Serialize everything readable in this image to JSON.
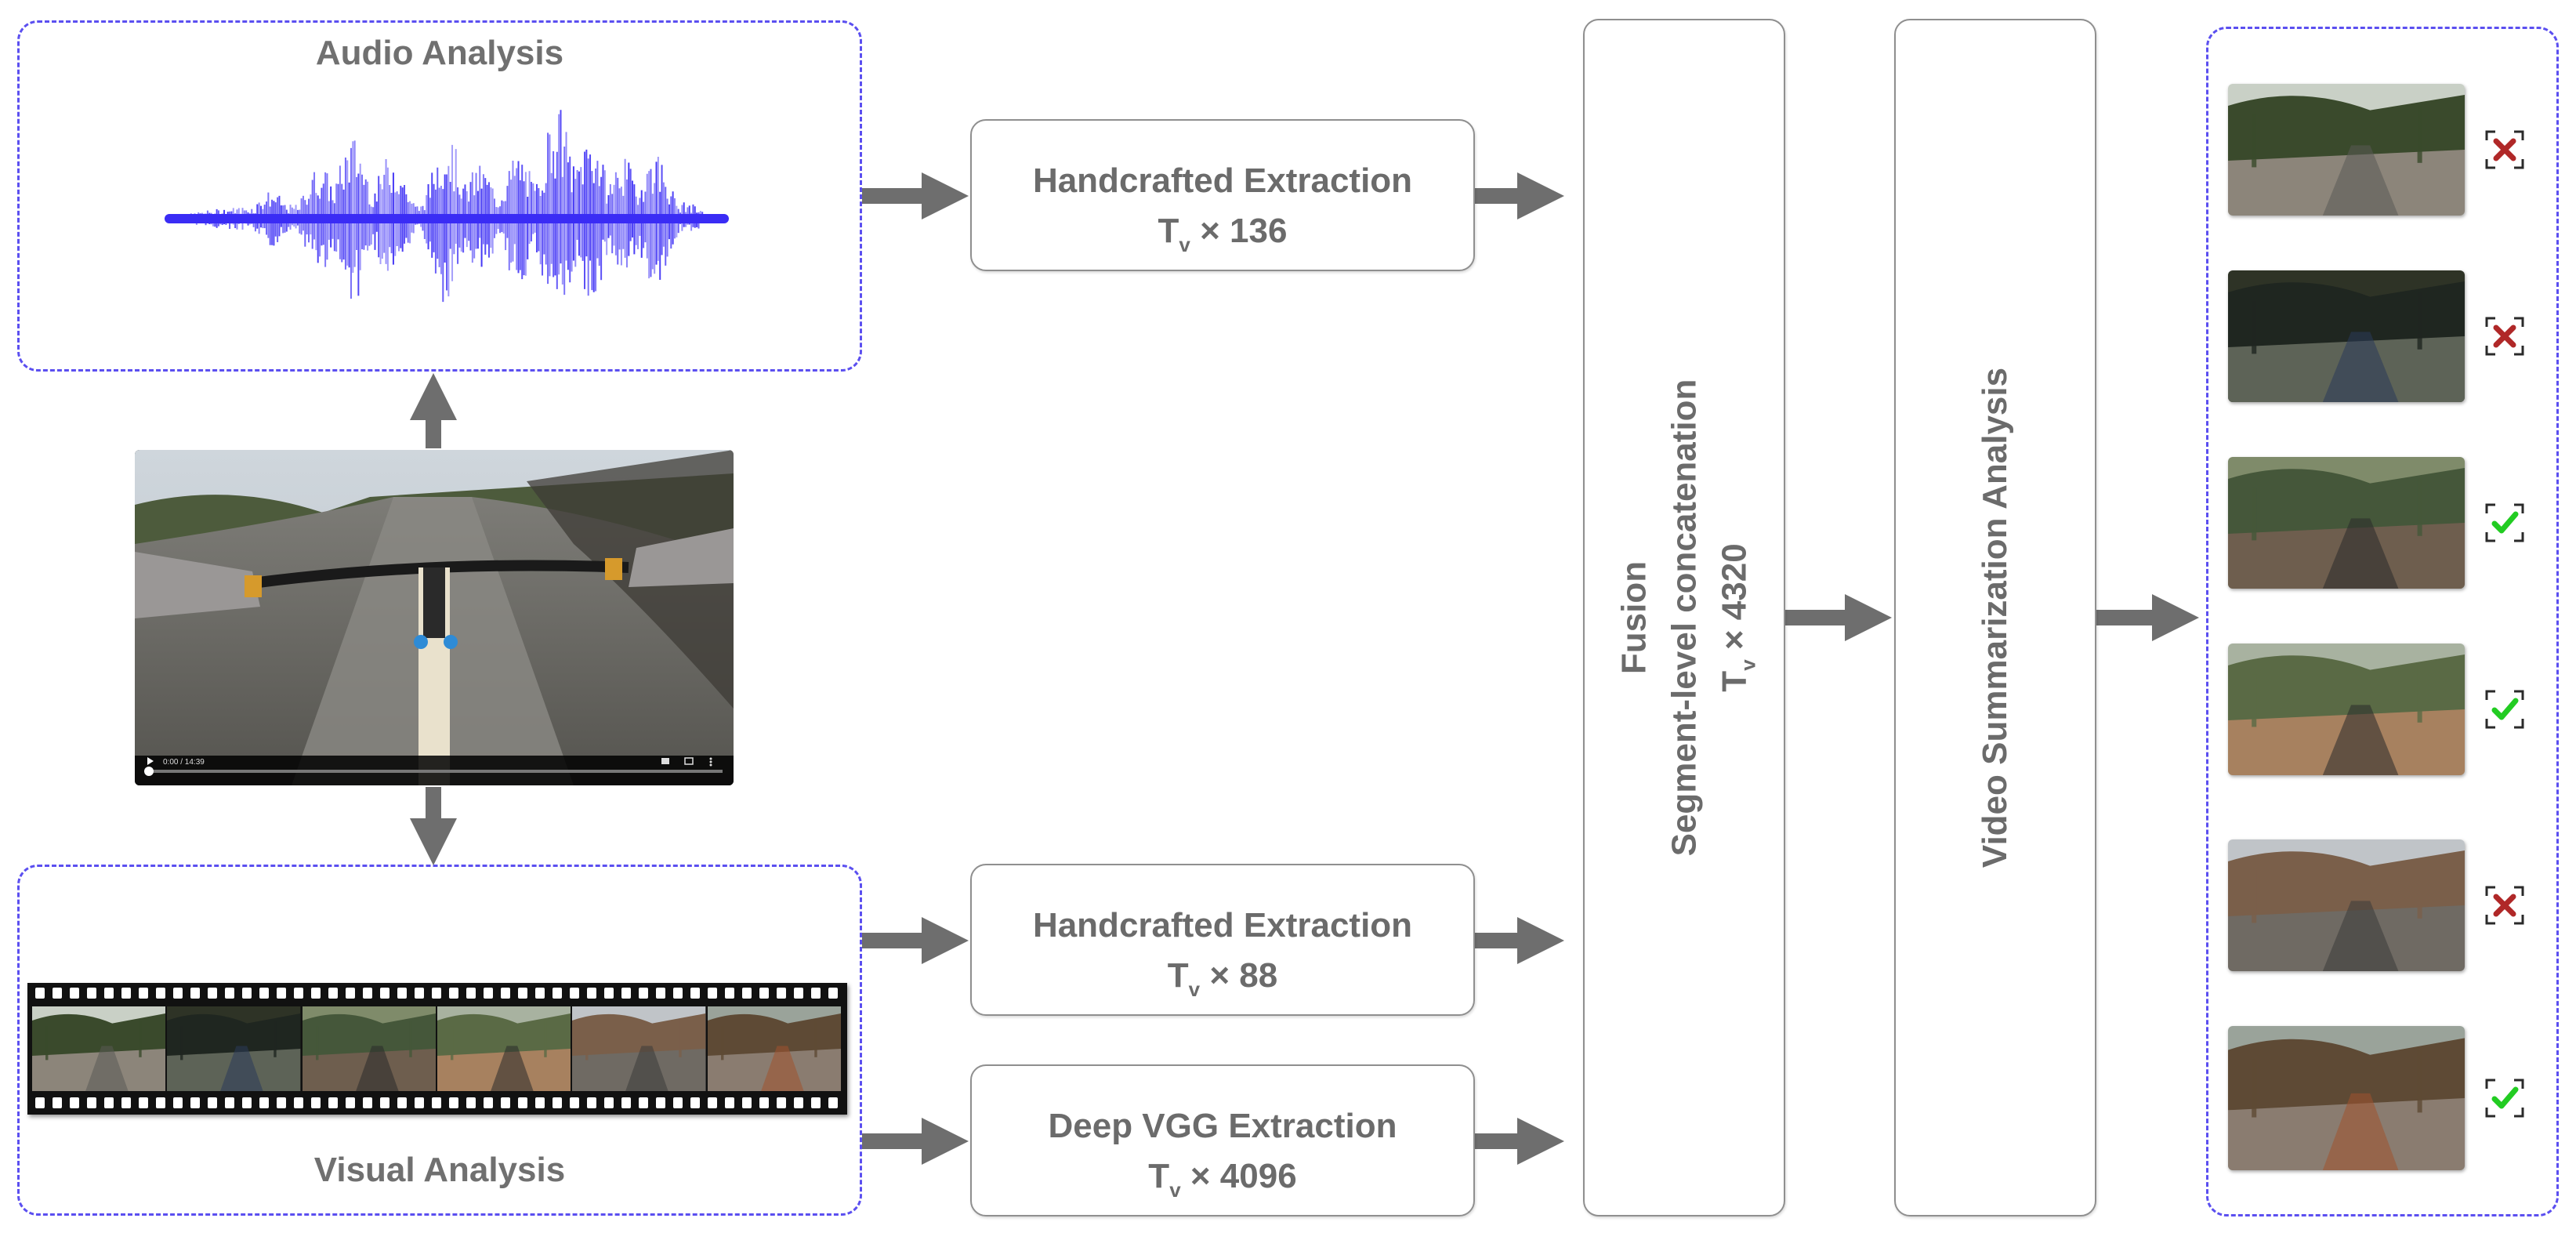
{
  "audio_panel": {
    "title": "Audio Analysis"
  },
  "visual_panel": {
    "title": "Visual Analysis"
  },
  "video_player": {
    "time": "0:00 / 14:39"
  },
  "extraction": {
    "audio_handcrafted": {
      "label": "Handcrafted Extraction",
      "dim_prefix": "T",
      "dim_sub": "v",
      "dim_suffix": " × 136"
    },
    "visual_handcrafted": {
      "label": "Handcrafted Extraction",
      "dim_prefix": "T",
      "dim_sub": "v",
      "dim_suffix": " × 88"
    },
    "visual_deep": {
      "label": "Deep VGG Extraction",
      "dim_prefix": "T",
      "dim_sub": "v",
      "dim_suffix": " × 4096"
    }
  },
  "fusion": {
    "line1": "Fusion",
    "line2": "Segment-level concatenation",
    "dim_prefix": "T",
    "dim_sub": "v",
    "dim_suffix": " × 4320"
  },
  "summarization": {
    "label": "Video Summarization Analysis"
  },
  "results": [
    {
      "selected": false
    },
    {
      "selected": false
    },
    {
      "selected": true
    },
    {
      "selected": true
    },
    {
      "selected": false
    },
    {
      "selected": true
    }
  ],
  "colors": {
    "panel_border": "#5b4ff0",
    "waveform": "#3a2cf5",
    "arrow": "#6e6e6e",
    "selected_mark": "#22cc22",
    "rejected_mark": "#b02828"
  }
}
